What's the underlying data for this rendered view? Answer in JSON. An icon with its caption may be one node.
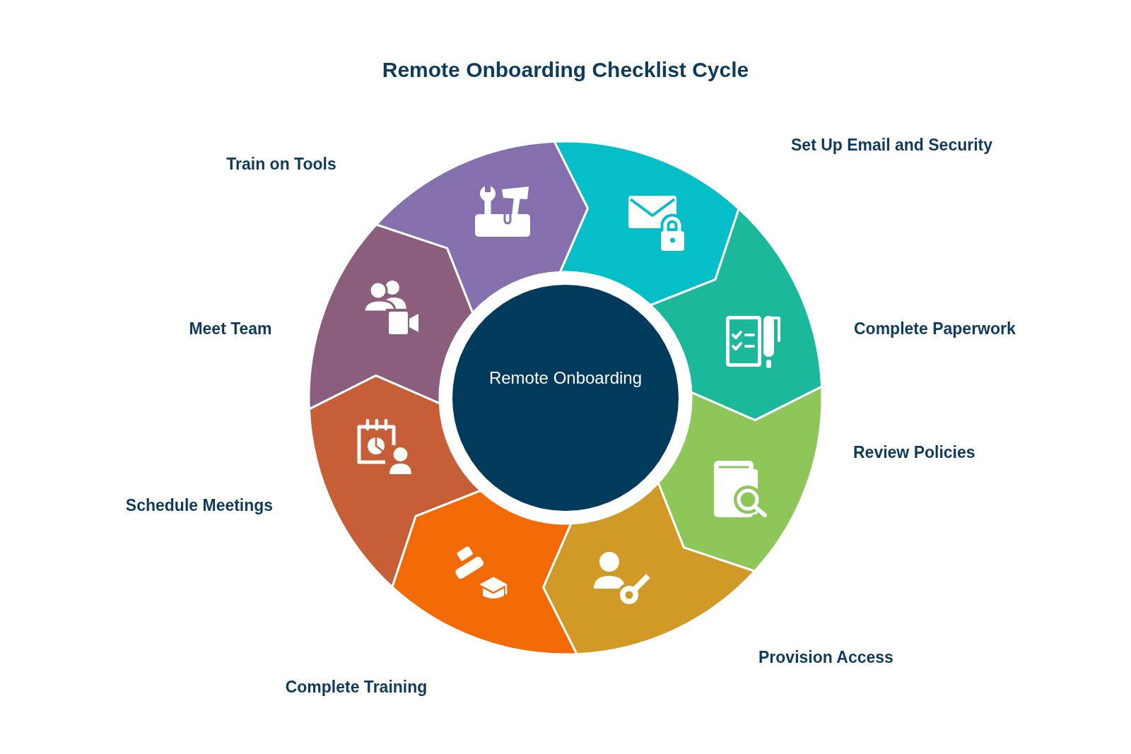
{
  "diagram": {
    "title": "Remote Onboarding Checklist Cycle",
    "nodes": [
      {
        "text": [
          "Remote Onboarding"
        ]
      },
      {
        "text": [
          "Set Up Email and Security"
        ]
      },
      {
        "text": [
          "Complete Paperwork"
        ]
      },
      {
        "text": [
          "Review Policies"
        ]
      },
      {
        "text": [
          "Provision Access"
        ]
      },
      {
        "text": [
          "Complete Training"
        ]
      },
      {
        "text": [
          "Schedule Meetings"
        ]
      },
      {
        "text": [
          "Meet Team"
        ]
      },
      {
        "text": [
          "Train on Tools"
        ]
      }
    ]
  }
}
